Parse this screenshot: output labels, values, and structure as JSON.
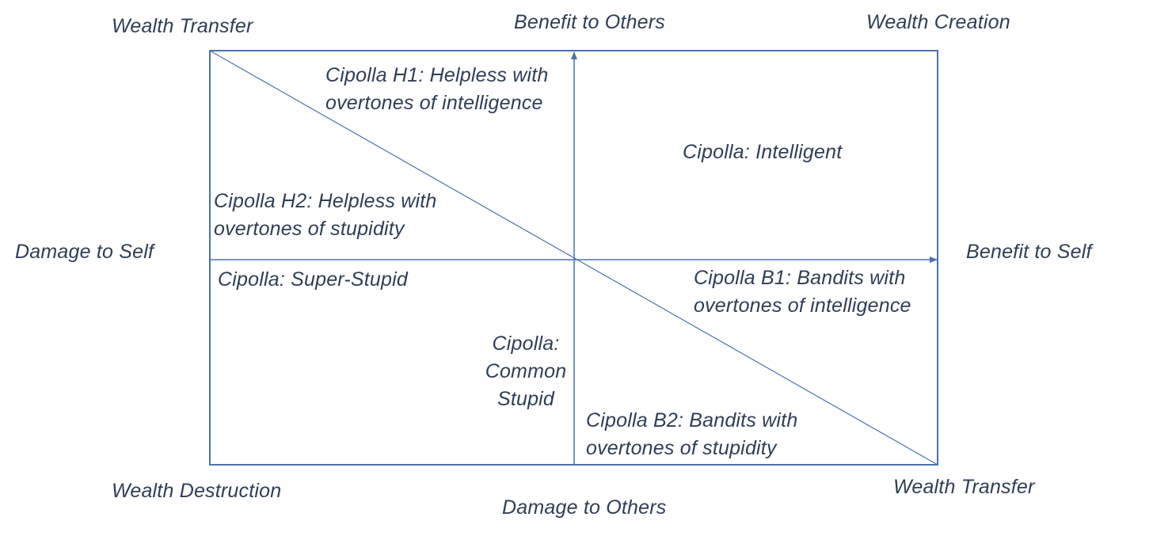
{
  "colors": {
    "text": "#2f3e55",
    "lines": "#4a72b0",
    "background": "#ffffff"
  },
  "corners": {
    "top_left": "Wealth Transfer",
    "top_right": "Wealth Creation",
    "bottom_left": "Wealth Destruction",
    "bottom_right": "Wealth Transfer"
  },
  "axes": {
    "top": "Benefit to Others",
    "bottom": "Damage to Others",
    "left": "Damage to Self",
    "right": "Benefit to Self"
  },
  "regions": {
    "h1": [
      "Cipolla H1: Helpless with",
      "overtones of intelligence"
    ],
    "intelligent": "Cipolla: Intelligent",
    "h2": [
      "Cipolla H2: Helpless with",
      "overtones of stupidity"
    ],
    "super_stupid": "Cipolla: Super-Stupid",
    "b1": [
      "Cipolla B1: Bandits with",
      "overtones of intelligence"
    ],
    "common_stupid": [
      "Cipolla:",
      "Common",
      "Stupid"
    ],
    "b2": [
      "Cipolla B2: Bandits with",
      "overtones of stupidity"
    ]
  }
}
